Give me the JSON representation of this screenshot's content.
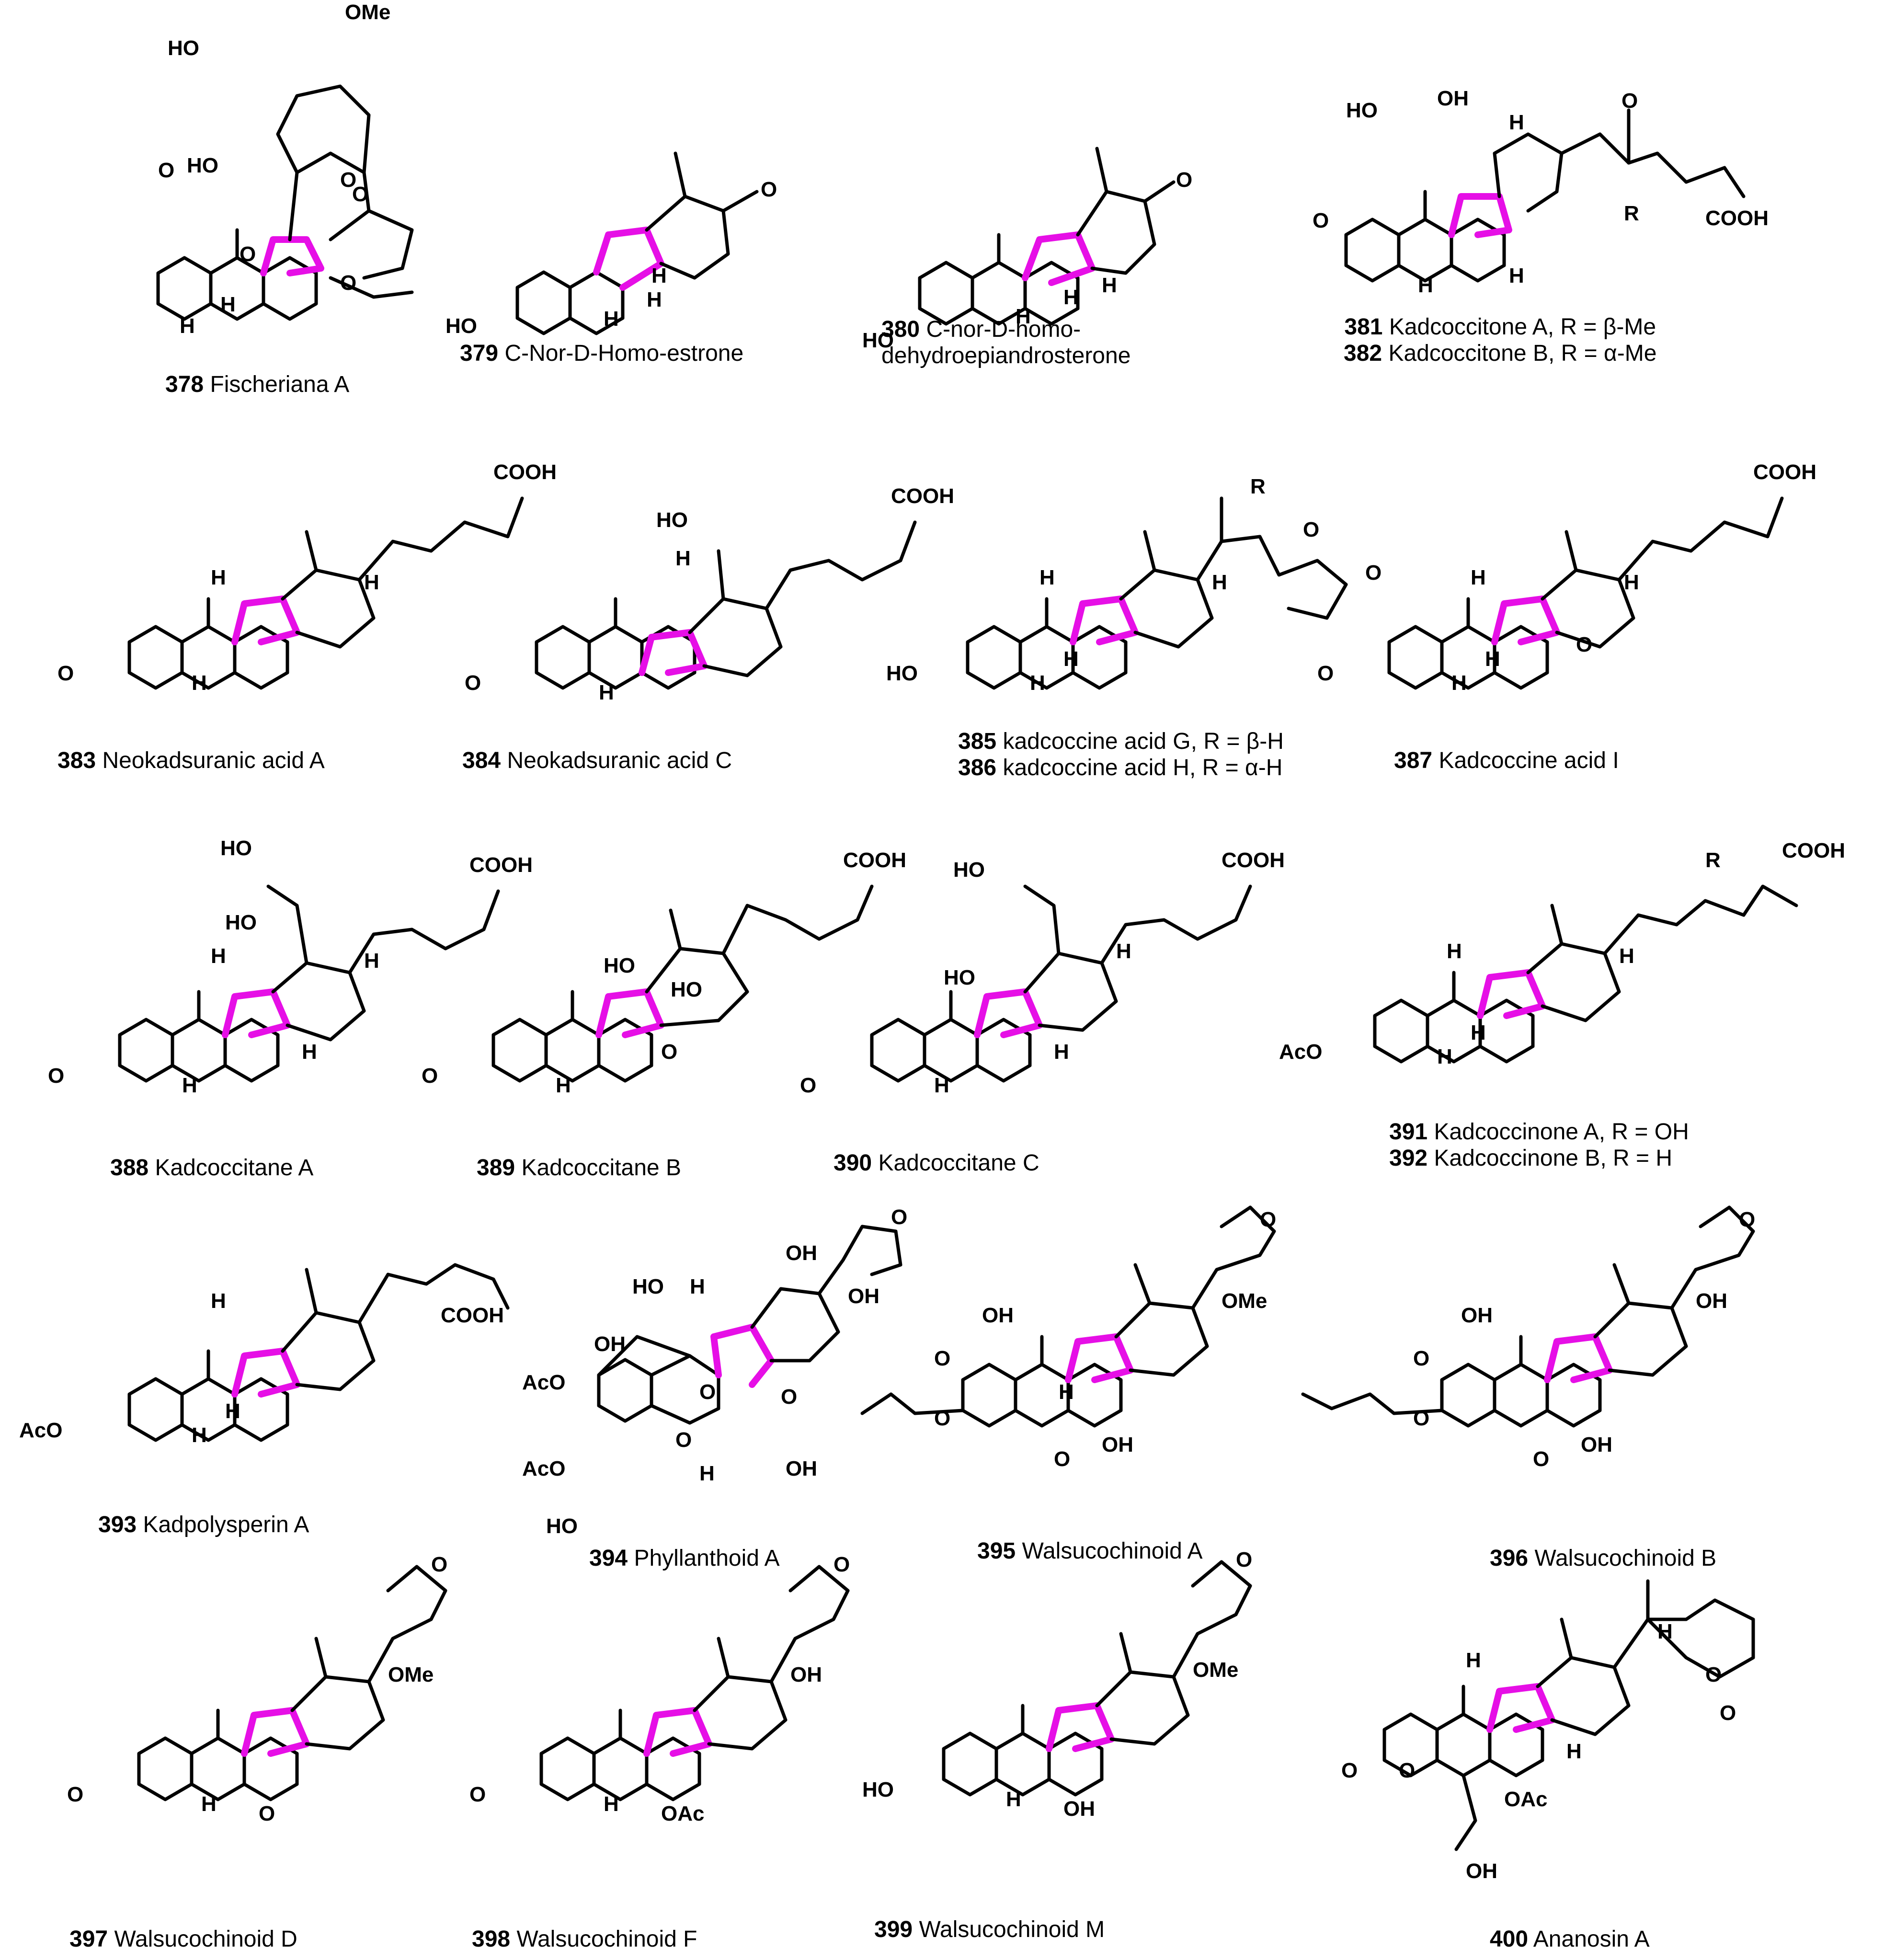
{
  "compounds": [
    {
      "number": "378",
      "name": "Fischeriana A"
    },
    {
      "number": "379",
      "name": "C-Nor-D-Homo-estrone"
    },
    {
      "number": "380",
      "name": "C-nor-D-homo-",
      "name2": "dehydroepiandrosterone"
    },
    {
      "number": "381",
      "name": "Kadcoccitone A, R = β-Me"
    },
    {
      "number": "382",
      "name": "Kadcoccitone B, R = α-Me"
    },
    {
      "number": "383",
      "name": "Neokadsuranic acid A"
    },
    {
      "number": "384",
      "name": "Neokadsuranic acid C"
    },
    {
      "number": "385",
      "name": "kadcoccine acid G, R = β-H"
    },
    {
      "number": "386",
      "name": "kadcoccine acid H, R = α-H"
    },
    {
      "number": "387",
      "name": "Kadcoccine acid I"
    },
    {
      "number": "388",
      "name": "Kadcoccitane A"
    },
    {
      "number": "389",
      "name": "Kadcoccitane B"
    },
    {
      "number": "390",
      "name": "Kadcoccitane C"
    },
    {
      "number": "391",
      "name": "Kadcoccinone A, R = OH"
    },
    {
      "number": "392",
      "name": "Kadcoccinone B, R = H"
    },
    {
      "number": "393",
      "name": "Kadpolysperin A"
    },
    {
      "number": "394",
      "name": "Phyllanthoid A"
    },
    {
      "number": "395",
      "name": "Walsucochinoid A"
    },
    {
      "number": "396",
      "name": "Walsucochinoid B"
    },
    {
      "number": "397",
      "name": "Walsucochinoid D"
    },
    {
      "number": "398",
      "name": "Walsucochinoid F"
    },
    {
      "number": "399",
      "name": "Walsucochinoid M"
    },
    {
      "number": "400",
      "name": "Ananosin A"
    }
  ],
  "atom_labels": {
    "oh": "OH",
    "ho": "HO",
    "o": "O",
    "h": "H",
    "ome": "OMe",
    "cooh": "COOH",
    "aco": "AcO",
    "oac": "OAc",
    "r": "R"
  },
  "colors": {
    "highlight_ring": "#e60fe6",
    "bond": "#000000"
  }
}
